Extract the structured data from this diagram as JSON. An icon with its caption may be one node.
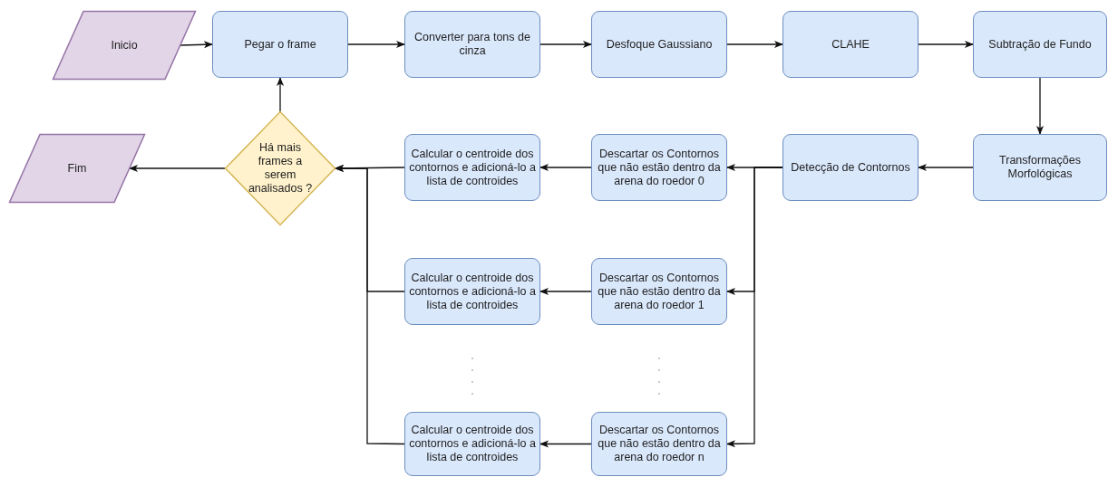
{
  "diagram": {
    "nodes": [
      {
        "text": [
          "Inicio"
        ]
      },
      {
        "text": [
          "Pegar o frame"
        ]
      },
      {
        "text": [
          "Converter para tons de cinza"
        ]
      },
      {
        "text": [
          "Desfoque Gaussiano"
        ]
      },
      {
        "text": [
          "CLAHE"
        ]
      },
      {
        "text": [
          "Subtração de Fundo"
        ]
      },
      {
        "text": [
          "Transformações Morfológicas"
        ]
      },
      {
        "text": [
          "Detecção de Contornos"
        ]
      },
      {
        "text": [
          "Descartar os Contornos que não estão dentro da arena do roedor 0"
        ]
      },
      {
        "text": [
          "Calcular o centroide dos contornos e adicioná-lo a lista de controides"
        ]
      },
      {
        "text": [
          "Há mais frames a serem analisados ?"
        ]
      },
      {
        "text": [
          "Fim"
        ]
      },
      {
        "text": [
          "Descartar os Contornos que não estão dentro da arena do roedor 1"
        ]
      },
      {
        "text": [
          "Calcular o centroide dos contornos e adicioná-lo a lista de controides"
        ]
      },
      {
        "text": [
          "Calcular o centroide dos contornos e adicioná-lo a lista de controides"
        ]
      },
      {
        "text": [
          "Descartar os Contornos que não estão dentro da arena do roedor n"
        ]
      }
    ],
    "edges": [
      {
        "from": 0,
        "to": 1,
        "arrow": "to"
      },
      {
        "from": 1,
        "to": 2,
        "arrow": "to"
      },
      {
        "from": 2,
        "to": 3,
        "arrow": "to"
      },
      {
        "from": 3,
        "to": 4,
        "arrow": "to"
      },
      {
        "from": 4,
        "to": 5,
        "arrow": "to"
      },
      {
        "from": 5,
        "to": 6,
        "arrow": "to"
      },
      {
        "from": 6,
        "to": 7,
        "arrow": "to"
      },
      {
        "from": 7,
        "to": 8,
        "arrow": "to"
      },
      {
        "from": 8,
        "to": 9,
        "arrow": "to"
      },
      {
        "from": 9,
        "to": 10,
        "arrow": "to"
      },
      {
        "from": 10,
        "to": 1,
        "arrow": "to"
      },
      {
        "from": 10,
        "to": 11,
        "arrow": "to"
      },
      {
        "from": 7,
        "to": 12,
        "arrow": "to"
      },
      {
        "from": 7,
        "to": 15,
        "arrow": "to"
      },
      {
        "from": 12,
        "to": 13,
        "arrow": "to"
      },
      {
        "from": 15,
        "to": 14,
        "arrow": "to"
      },
      {
        "from": 13,
        "to": 10,
        "arrow": "to"
      },
      {
        "from": 14,
        "to": 10,
        "arrow": "to"
      }
    ]
  }
}
